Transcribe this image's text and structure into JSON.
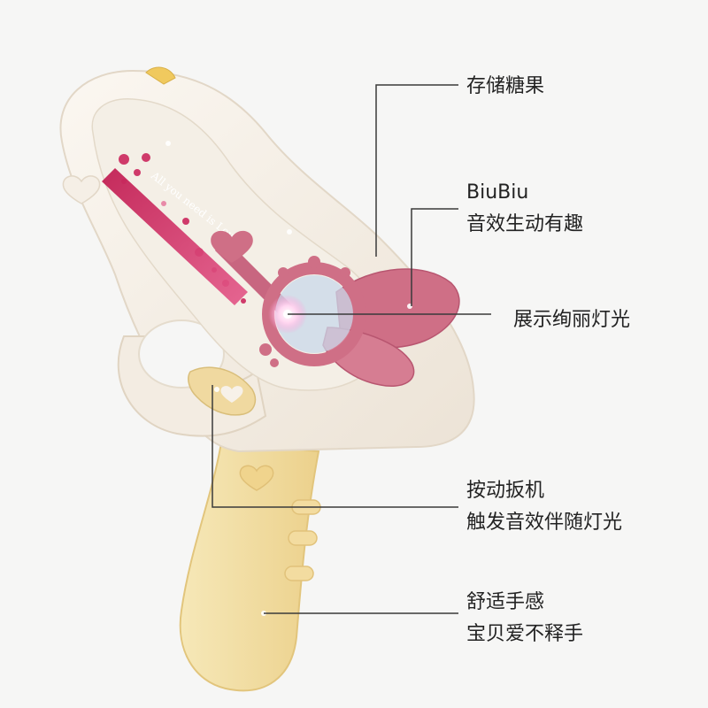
{
  "watermark_text": "All you need is Love",
  "callouts": [
    {
      "id": "storage",
      "lines": [
        "存储糖果"
      ]
    },
    {
      "id": "sound",
      "lines": [
        "BiuBiu",
        "音效生动有趣"
      ]
    },
    {
      "id": "light",
      "lines": [
        "展示绚丽灯光"
      ]
    },
    {
      "id": "trigger",
      "lines": [
        "按动扳机",
        "触发音效伴随灯光"
      ]
    },
    {
      "id": "grip",
      "lines": [
        "舒适手感",
        "宝贝爱不释手"
      ]
    }
  ],
  "colors": {
    "background": "#f6f6f5",
    "shell": "#f7f1e9",
    "grip": "#f5e2a8",
    "accent_pink": "#cf6f86",
    "accent_magenta": "#b0184a",
    "line": "#3a3a3a"
  }
}
